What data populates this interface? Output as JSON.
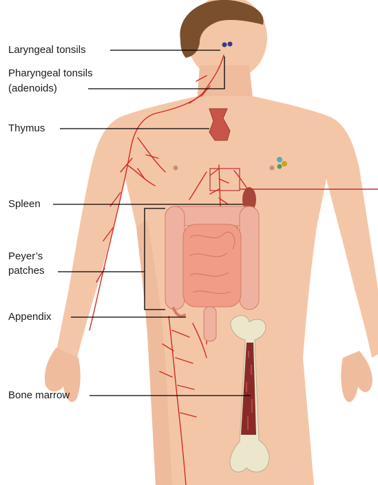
{
  "labels": {
    "laryngeal_tonsils": "Laryngeal tonsils",
    "pharyngeal_tonsils_1": "Pharyngeal tonsils",
    "pharyngeal_tonsils_2": "(adenoids)",
    "thymus": "Thymus",
    "spleen": "Spleen",
    "peyers_patches_1": "Peyer’s",
    "peyers_patches_2": "patches",
    "appendix": "Appendix",
    "bone_marrow": "Bone marrow"
  },
  "colors": {
    "skin": "#f4c6a8",
    "skin_shadow": "#e4a888",
    "hair": "#7a4f2e",
    "lymph_vessel": "#d42a1f",
    "thymus": "#c8544a",
    "spleen": "#a8463a",
    "intestine": "#f09c86",
    "bone": "#ece6cc",
    "marrow": "#8a2a28",
    "leader_line": "#000000",
    "callout_line": "#c0303a"
  }
}
